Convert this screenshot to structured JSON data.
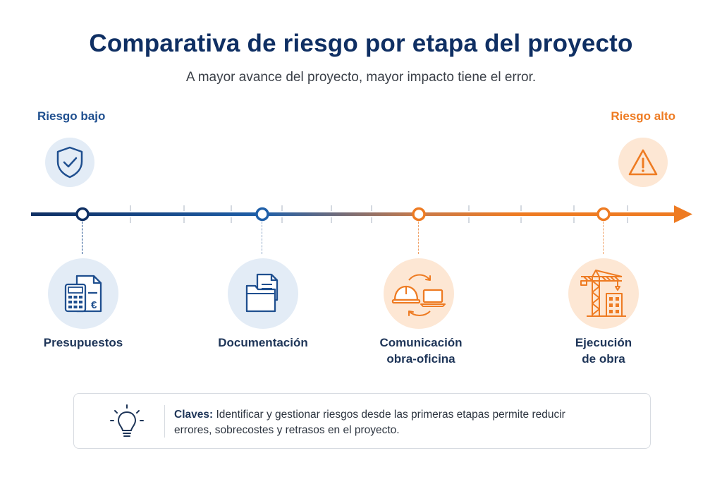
{
  "title": "Comparativa de riesgo por etapa del proyecto",
  "subtitle": "A mayor avance del proyecto, mayor impacto tiene el error.",
  "risk_low": {
    "label": "Riesgo bajo",
    "icon": "shield-check-icon",
    "color": "#1f4f8f"
  },
  "risk_high": {
    "label": "Riesgo alto",
    "icon": "warning-triangle-icon",
    "color": "#ee7b22"
  },
  "stages": [
    {
      "line1": "Presupuestos",
      "line2": "",
      "icon": "calculator-document-icon"
    },
    {
      "line1": "Documentación",
      "line2": "",
      "icon": "folder-document-icon"
    },
    {
      "line1": "Comunicación",
      "line2": "obra-oficina",
      "icon": "helmet-laptop-exchange-icon"
    },
    {
      "line1": "Ejecución",
      "line2": "de obra",
      "icon": "crane-building-icon"
    }
  ],
  "key": {
    "label": "Claves:",
    "text": "Identificar y gestionar riesgos desde las primeras etapas permite reducir errores, sobrecostes y retrasos en el proyecto.",
    "icon": "lightbulb-icon"
  },
  "colors": {
    "navy": "#0f2f63",
    "blue": "#1f5fa8",
    "orange": "#ee7b22"
  }
}
